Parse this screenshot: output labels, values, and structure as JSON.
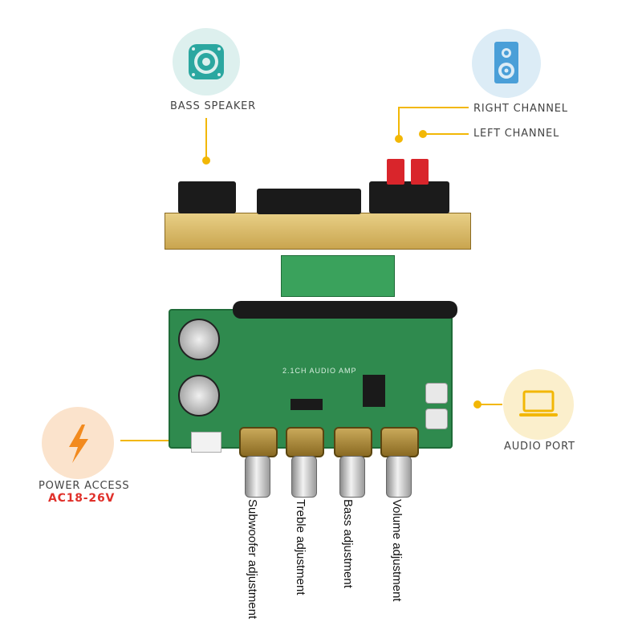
{
  "labels": {
    "bass_speaker": "BASS SPEAKER",
    "right_channel": "RIGHT CHANNEL",
    "left_channel": "LEFT CHANNEL",
    "audio_port": "AUDIO PORT",
    "power_access": "POWER ACCESS",
    "power_voltage": "AC18-26V"
  },
  "knobs": [
    {
      "label": "Subwoofer adjustment"
    },
    {
      "label": "Treble adjustment"
    },
    {
      "label": "Bass adjustment"
    },
    {
      "label": "Volume adjustment"
    }
  ],
  "board_print": {
    "title": "2.1CH AUDIO AMP"
  },
  "icons": {
    "bass_speaker": "speaker-icon",
    "channels": "speaker-cabinet-icon",
    "audio_port": "laptop-icon",
    "power": "lightning-icon"
  },
  "colors": {
    "accent": "#f2b705",
    "voltage": "#e0302a",
    "teal_icon": "#2ba7a0",
    "board_green": "#2f8a4e",
    "heatsink_gold": "#d8b868"
  }
}
